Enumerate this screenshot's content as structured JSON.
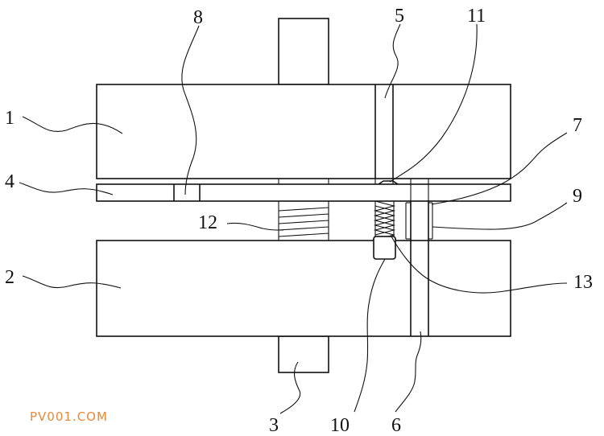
{
  "labels": {
    "l1": "1",
    "l2": "2",
    "l3": "3",
    "l4": "4",
    "l5": "5",
    "l6": "6",
    "l7": "7",
    "l8": "8",
    "l9": "9",
    "l10": "10",
    "l11": "11",
    "l12": "12",
    "l13": "13"
  },
  "watermark": {
    "text": "PV001.COM",
    "color": "#e8893a"
  }
}
